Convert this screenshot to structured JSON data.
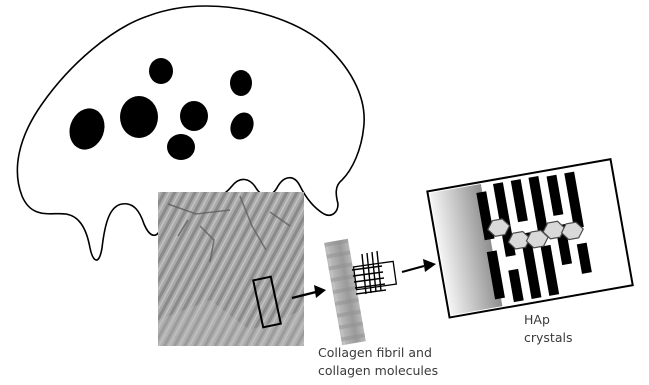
{
  "labels": {
    "collagen_line1": "Collagen fibril and",
    "collagen_line2": "collagen molecules",
    "hap_line1": "HAp",
    "hap_line2": "crystals"
  },
  "icons": {
    "cell": "osteoblast-cell-icon",
    "micrograph": "bone-micrograph-icon",
    "fibril": "collagen-fibril-icon",
    "crystals": "hap-crystal-icon",
    "arrow": "arrow-right-icon"
  },
  "colors": {
    "outline": "#000000",
    "nuclei": "#000000",
    "crystal_fill": "#d9d9d9",
    "micrograph_base": "#a8a8a8"
  }
}
